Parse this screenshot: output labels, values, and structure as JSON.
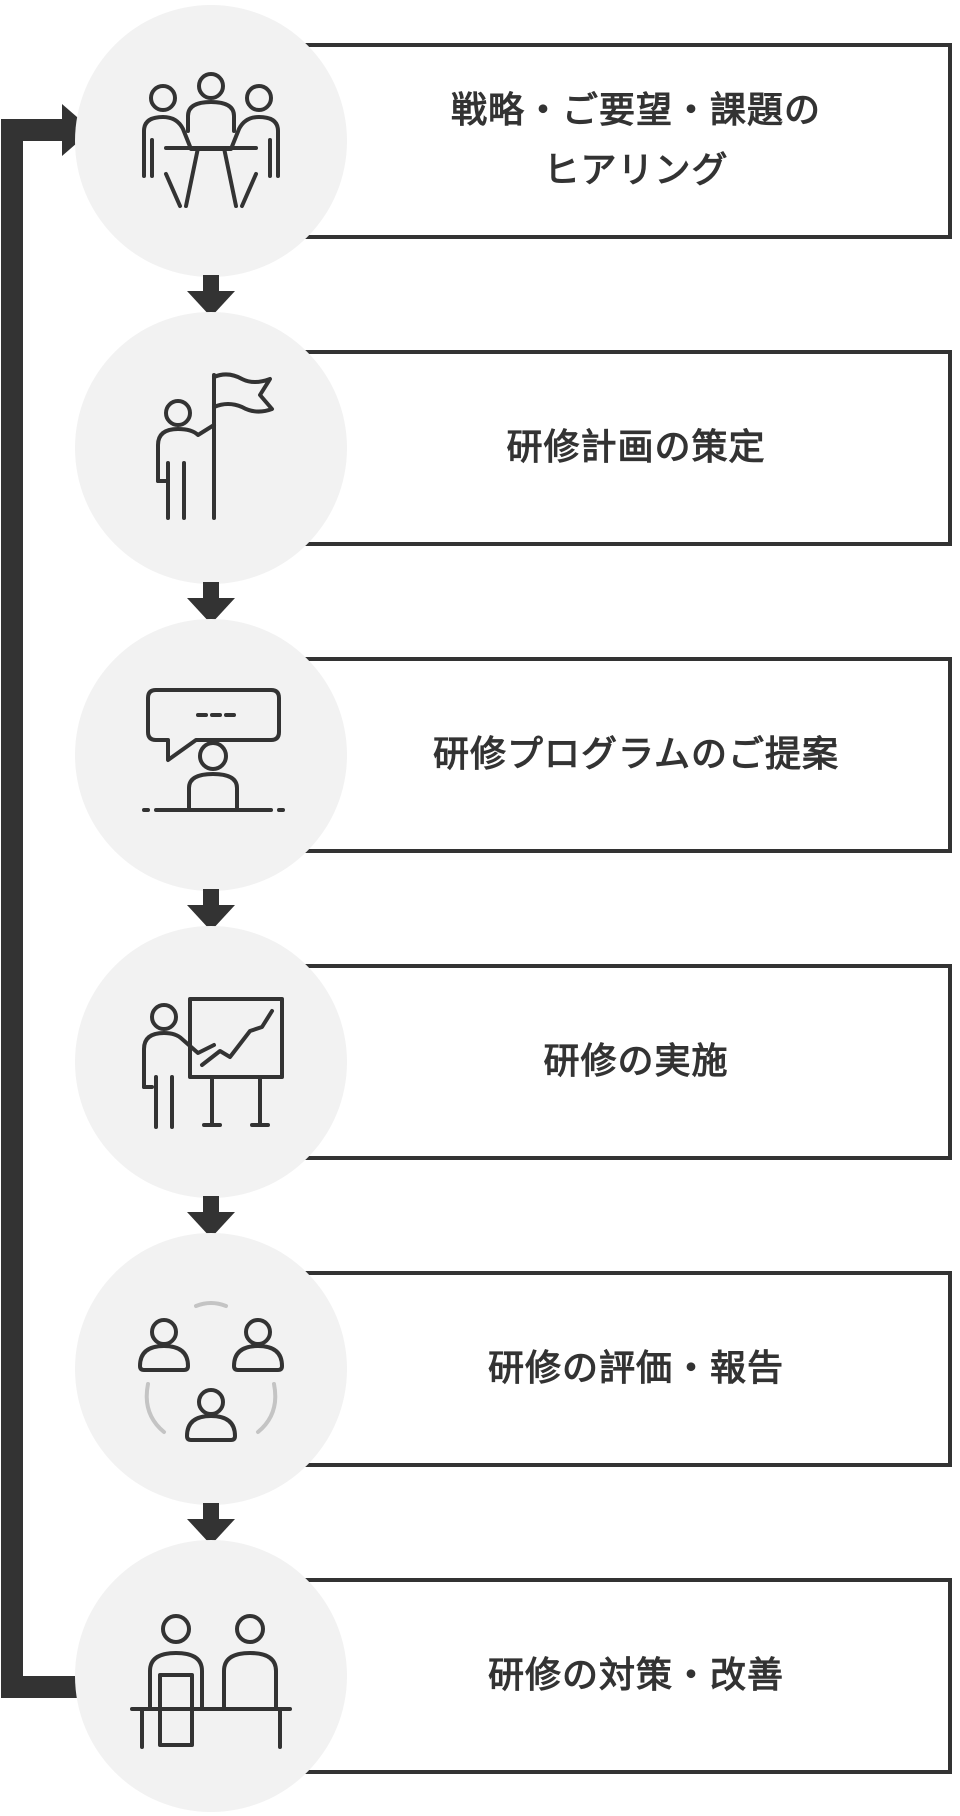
{
  "flow": {
    "steps": [
      {
        "label_line1": "戦略・ご要望・課題の",
        "label_line2": "ヒアリング",
        "icon": "meeting-icon"
      },
      {
        "label_line1": "研修計画の策定",
        "label_line2": "",
        "icon": "flag-icon"
      },
      {
        "label_line1": "研修プログラムのご提案",
        "label_line2": "",
        "icon": "speech-bubble-icon"
      },
      {
        "label_line1": "研修の実施",
        "label_line2": "",
        "icon": "presentation-icon"
      },
      {
        "label_line1": "研修の評価・報告",
        "label_line2": "",
        "icon": "group-cycle-icon"
      },
      {
        "label_line1": "研修の対策・改善",
        "label_line2": "",
        "icon": "consultation-icon"
      }
    ],
    "colors": {
      "line": "#333333",
      "circle": "#f2f2f2",
      "cycle_arc": "#c4c4c4"
    }
  }
}
